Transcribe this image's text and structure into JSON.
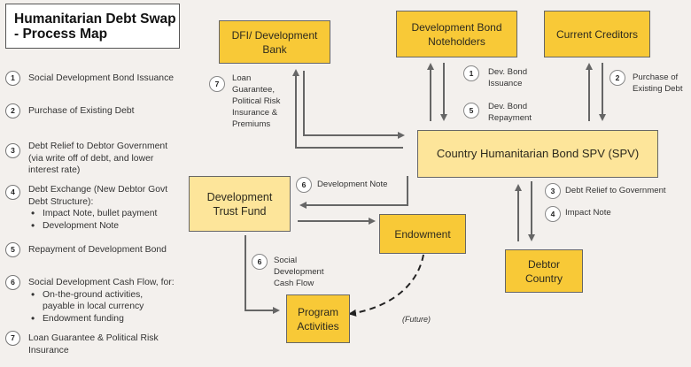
{
  "title": "Humanitarian Debt Swap - Process Map",
  "legend": [
    {
      "num": "1",
      "text": "Social Development Bond Issuance"
    },
    {
      "num": "2",
      "text": "Purchase of Existing Debt"
    },
    {
      "num": "3",
      "lines": [
        "Debt Relief to Debtor Government",
        "(via write off of debt, and lower",
        "interest rate)"
      ]
    },
    {
      "num": "4",
      "lines": [
        "Debt Exchange (New Debtor Govt",
        "Debt Structure):"
      ],
      "bullets": [
        "Impact Note, bullet payment",
        "Development Note"
      ]
    },
    {
      "num": "5",
      "text": "Repayment of Development Bond"
    },
    {
      "num": "6",
      "lines": [
        "Social Development Cash Flow, for:"
      ],
      "bullets": [
        "On-the-ground activities,",
        "Endowment funding"
      ],
      "bullet_cont": "payable in local currency"
    },
    {
      "num": "7",
      "lines": [
        "Loan Guarantee & Political Risk",
        "Insurance"
      ]
    }
  ],
  "nodes": {
    "dfi": {
      "line1": "DFI/ Development",
      "line2": "Bank"
    },
    "noteholders": {
      "line1": "Development Bond",
      "line2": "Noteholders"
    },
    "creditors": {
      "line1": "Current Creditors"
    },
    "spv": {
      "line1": "Country Humanitarian Bond SPV (SPV)"
    },
    "trust": {
      "line1": "Development",
      "line2": "Trust Fund"
    },
    "endowment": {
      "line1": "Endowment"
    },
    "debtor": {
      "line1": "Debtor",
      "line2": "Country"
    },
    "program": {
      "line1": "Program",
      "line2": "Activities"
    }
  },
  "flows": {
    "f7": {
      "num": "7",
      "lines": [
        "Loan",
        "Guarantee,",
        "Political Risk",
        "Insurance &",
        "Premiums"
      ]
    },
    "f1": {
      "num": "1",
      "lines": [
        "Dev. Bond",
        "Issuance"
      ]
    },
    "f5": {
      "num": "5",
      "lines": [
        "Dev. Bond",
        "Repayment"
      ]
    },
    "f2": {
      "num": "2",
      "lines": [
        "Purchase of",
        "Existing Debt"
      ]
    },
    "f6a": {
      "num": "6",
      "text": "Development Note"
    },
    "f3": {
      "num": "3",
      "text": "Debt Relief to Government"
    },
    "f4": {
      "num": "4",
      "text": "Impact Note"
    },
    "f6b": {
      "num": "6",
      "lines": [
        "Social",
        "Development",
        "Cash Flow"
      ]
    },
    "future": "(Future)"
  },
  "colors": {
    "dark_box": "#f8c937",
    "light_box": "#fde59a",
    "background": "#f3f0ed",
    "arrow": "#666666"
  }
}
